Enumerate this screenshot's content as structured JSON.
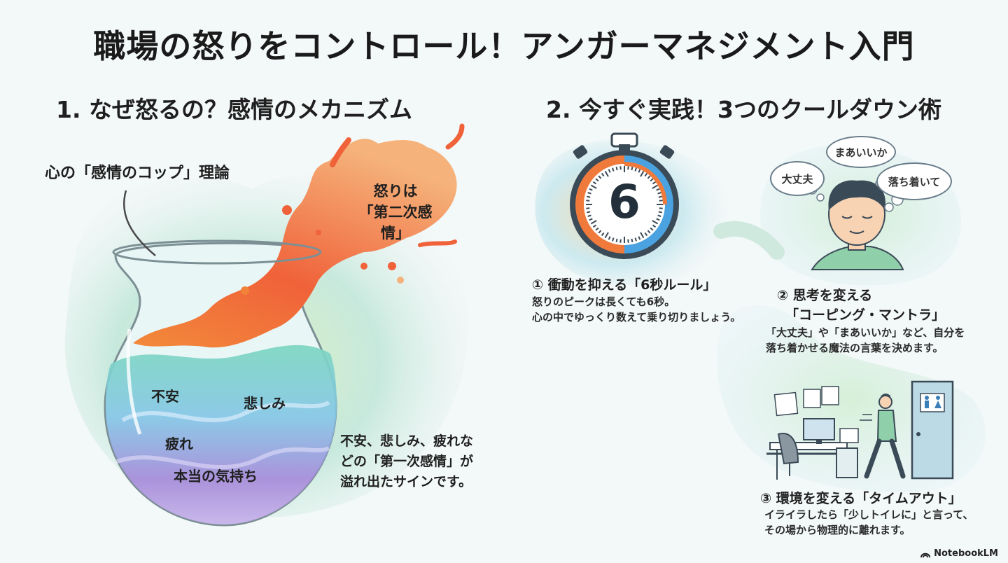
{
  "title": "職場の怒りをコントロール！アンガーマネジメント入門",
  "left": {
    "heading": "1. なぜ怒るの？感情のメカニズム",
    "theory_label": "心の「感情のコップ」理論",
    "anger_line1": "怒りは",
    "anger_line2": "「第二次感情」",
    "emotions": [
      "不安",
      "悲しみ",
      "疲れ",
      "本当の気持ち"
    ],
    "caption_lines": [
      "不安、悲しみ、疲れな",
      "どの「第一次感情」が",
      "溢れ出たサインです。"
    ]
  },
  "right": {
    "heading": "2. 今すぐ実践！3つのクールダウン術",
    "timer_number": "6",
    "tip1": {
      "title": "① 衝動を抑える「6秒ルール」",
      "lines": [
        "怒りのピークは長くても6秒。",
        "心の中でゆっくり数えて乗り切りましょう。"
      ]
    },
    "tip2": {
      "title_line1": "② 思考を変える",
      "title_line2": "「コーピング・マントラ」",
      "lines": [
        "「大丈夫」や「まあいいか」など、自分を",
        "落ち着かせる魔法の言葉を決めます。"
      ],
      "bubbles": [
        "まあいいか",
        "大丈夫",
        "落ち着いて"
      ]
    },
    "tip3": {
      "title": "③ 環境を変える「タイムアウト」",
      "lines": [
        "イライラしたら「少しトイレに」と言って、",
        "その場から物理的に離れます。"
      ]
    }
  },
  "footer": "NotebookLM",
  "colors": {
    "flame": "#f0623a",
    "water_teal": "#6fd0b6",
    "water_purple": "#a58ad8",
    "timer_orange": "#f07a3c",
    "timer_blue": "#4aa3e0",
    "ink": "#1f1f1f"
  }
}
